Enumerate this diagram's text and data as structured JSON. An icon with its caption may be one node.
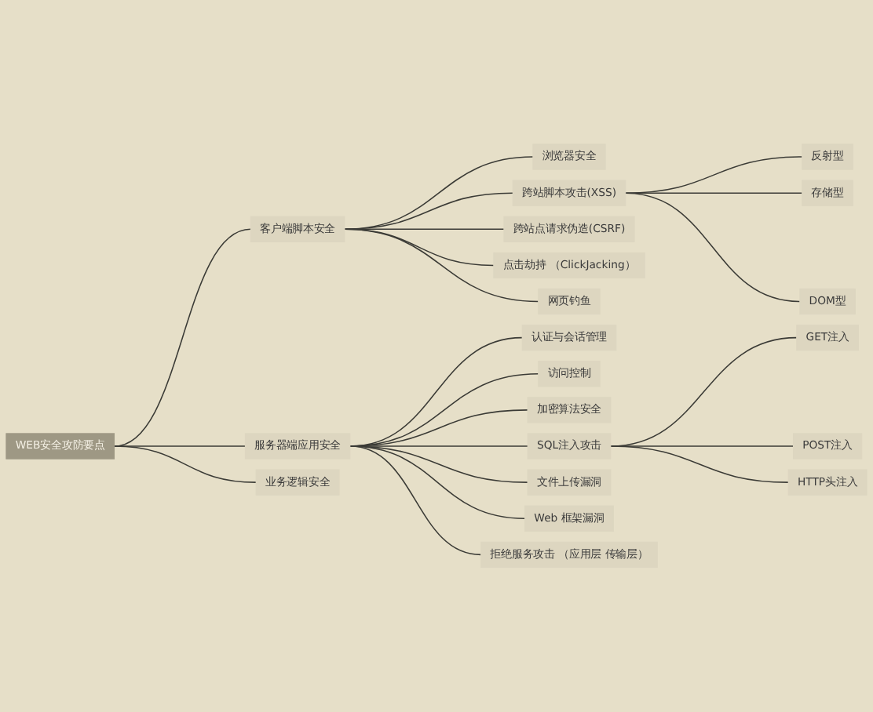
{
  "diagram": {
    "nodes": [
      {
        "text": [
          "WEB安全攻防要点"
        ]
      },
      {
        "text": [
          "客户端脚本安全"
        ]
      },
      {
        "text": [
          "浏览器安全"
        ]
      },
      {
        "text": [
          "跨站脚本攻击(XSS)"
        ]
      },
      {
        "text": [
          "反射型"
        ]
      },
      {
        "text": [
          "存储型"
        ]
      },
      {
        "text": [
          "DOM型"
        ]
      },
      {
        "text": [
          "跨站点请求伪造(CSRF)"
        ]
      },
      {
        "text": [
          "点击劫持 （ClickJacking）"
        ]
      },
      {
        "text": [
          "网页钓鱼"
        ]
      },
      {
        "text": [
          "服务器端应用安全"
        ]
      },
      {
        "text": [
          "认证与会话管理"
        ]
      },
      {
        "text": [
          "访问控制"
        ]
      },
      {
        "text": [
          "加密算法安全"
        ]
      },
      {
        "text": [
          "SQL注入攻击"
        ]
      },
      {
        "text": [
          "GET注入"
        ]
      },
      {
        "text": [
          "POST注入"
        ]
      },
      {
        "text": [
          "HTTP头注入"
        ]
      },
      {
        "text": [
          "文件上传漏洞"
        ]
      },
      {
        "text": [
          "Web 框架漏洞"
        ]
      },
      {
        "text": [
          "拒绝服务攻击 （应用层 传输层）"
        ]
      },
      {
        "text": [
          "业务逻辑安全"
        ]
      }
    ],
    "edges": [
      {
        "from": 0,
        "to": 1,
        "arrow": "none"
      },
      {
        "from": 1,
        "to": 2,
        "arrow": "none"
      },
      {
        "from": 1,
        "to": 3,
        "arrow": "none"
      },
      {
        "from": 3,
        "to": 4,
        "arrow": "none"
      },
      {
        "from": 3,
        "to": 5,
        "arrow": "none"
      },
      {
        "from": 3,
        "to": 6,
        "arrow": "none"
      },
      {
        "from": 1,
        "to": 7,
        "arrow": "none"
      },
      {
        "from": 1,
        "to": 8,
        "arrow": "none"
      },
      {
        "from": 1,
        "to": 9,
        "arrow": "none"
      },
      {
        "from": 0,
        "to": 10,
        "arrow": "none"
      },
      {
        "from": 10,
        "to": 11,
        "arrow": "none"
      },
      {
        "from": 10,
        "to": 12,
        "arrow": "none"
      },
      {
        "from": 10,
        "to": 13,
        "arrow": "none"
      },
      {
        "from": 10,
        "to": 14,
        "arrow": "none"
      },
      {
        "from": 14,
        "to": 15,
        "arrow": "none"
      },
      {
        "from": 14,
        "to": 16,
        "arrow": "none"
      },
      {
        "from": 14,
        "to": 17,
        "arrow": "none"
      },
      {
        "from": 10,
        "to": 18,
        "arrow": "none"
      },
      {
        "from": 10,
        "to": 19,
        "arrow": "none"
      },
      {
        "from": 10,
        "to": 20,
        "arrow": "none"
      },
      {
        "from": 0,
        "to": 21,
        "arrow": "none"
      }
    ]
  }
}
